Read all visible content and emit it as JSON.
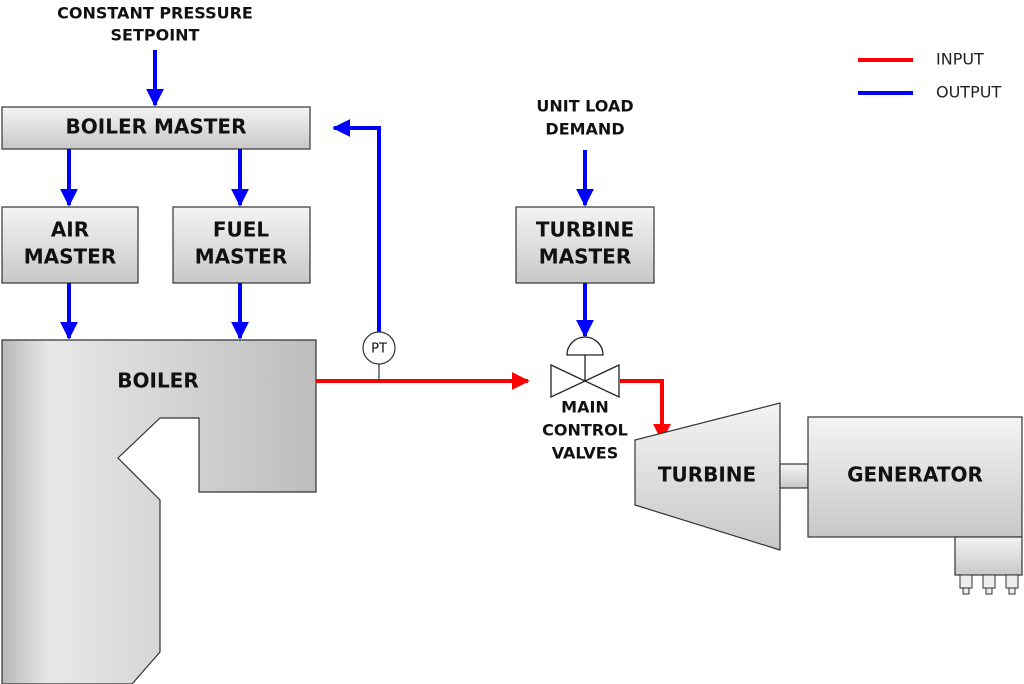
{
  "colors": {
    "input": "#ff0000",
    "output": "#0000ff"
  },
  "legend": [
    {
      "label": "INPUT",
      "color": "#ff0000"
    },
    {
      "label": "OUTPUT",
      "color": "#0000ff"
    }
  ],
  "labels": {
    "setpoint_line1": "CONSTANT PRESSURE",
    "setpoint_line2": "SETPOINT",
    "boiler_master": "BOILER MASTER",
    "air_master_1": "AIR",
    "air_master_2": "MASTER",
    "fuel_master_1": "FUEL",
    "fuel_master_2": "MASTER",
    "boiler": "BOILER",
    "pt": "PT",
    "unit_load_1": "UNIT LOAD",
    "unit_load_2": "DEMAND",
    "turbine_master_1": "TURBINE",
    "turbine_master_2": "MASTER",
    "valves_1": "MAIN",
    "valves_2": "CONTROL",
    "valves_3": "VALVES",
    "turbine": "TURBINE",
    "generator": "GENERATOR"
  }
}
